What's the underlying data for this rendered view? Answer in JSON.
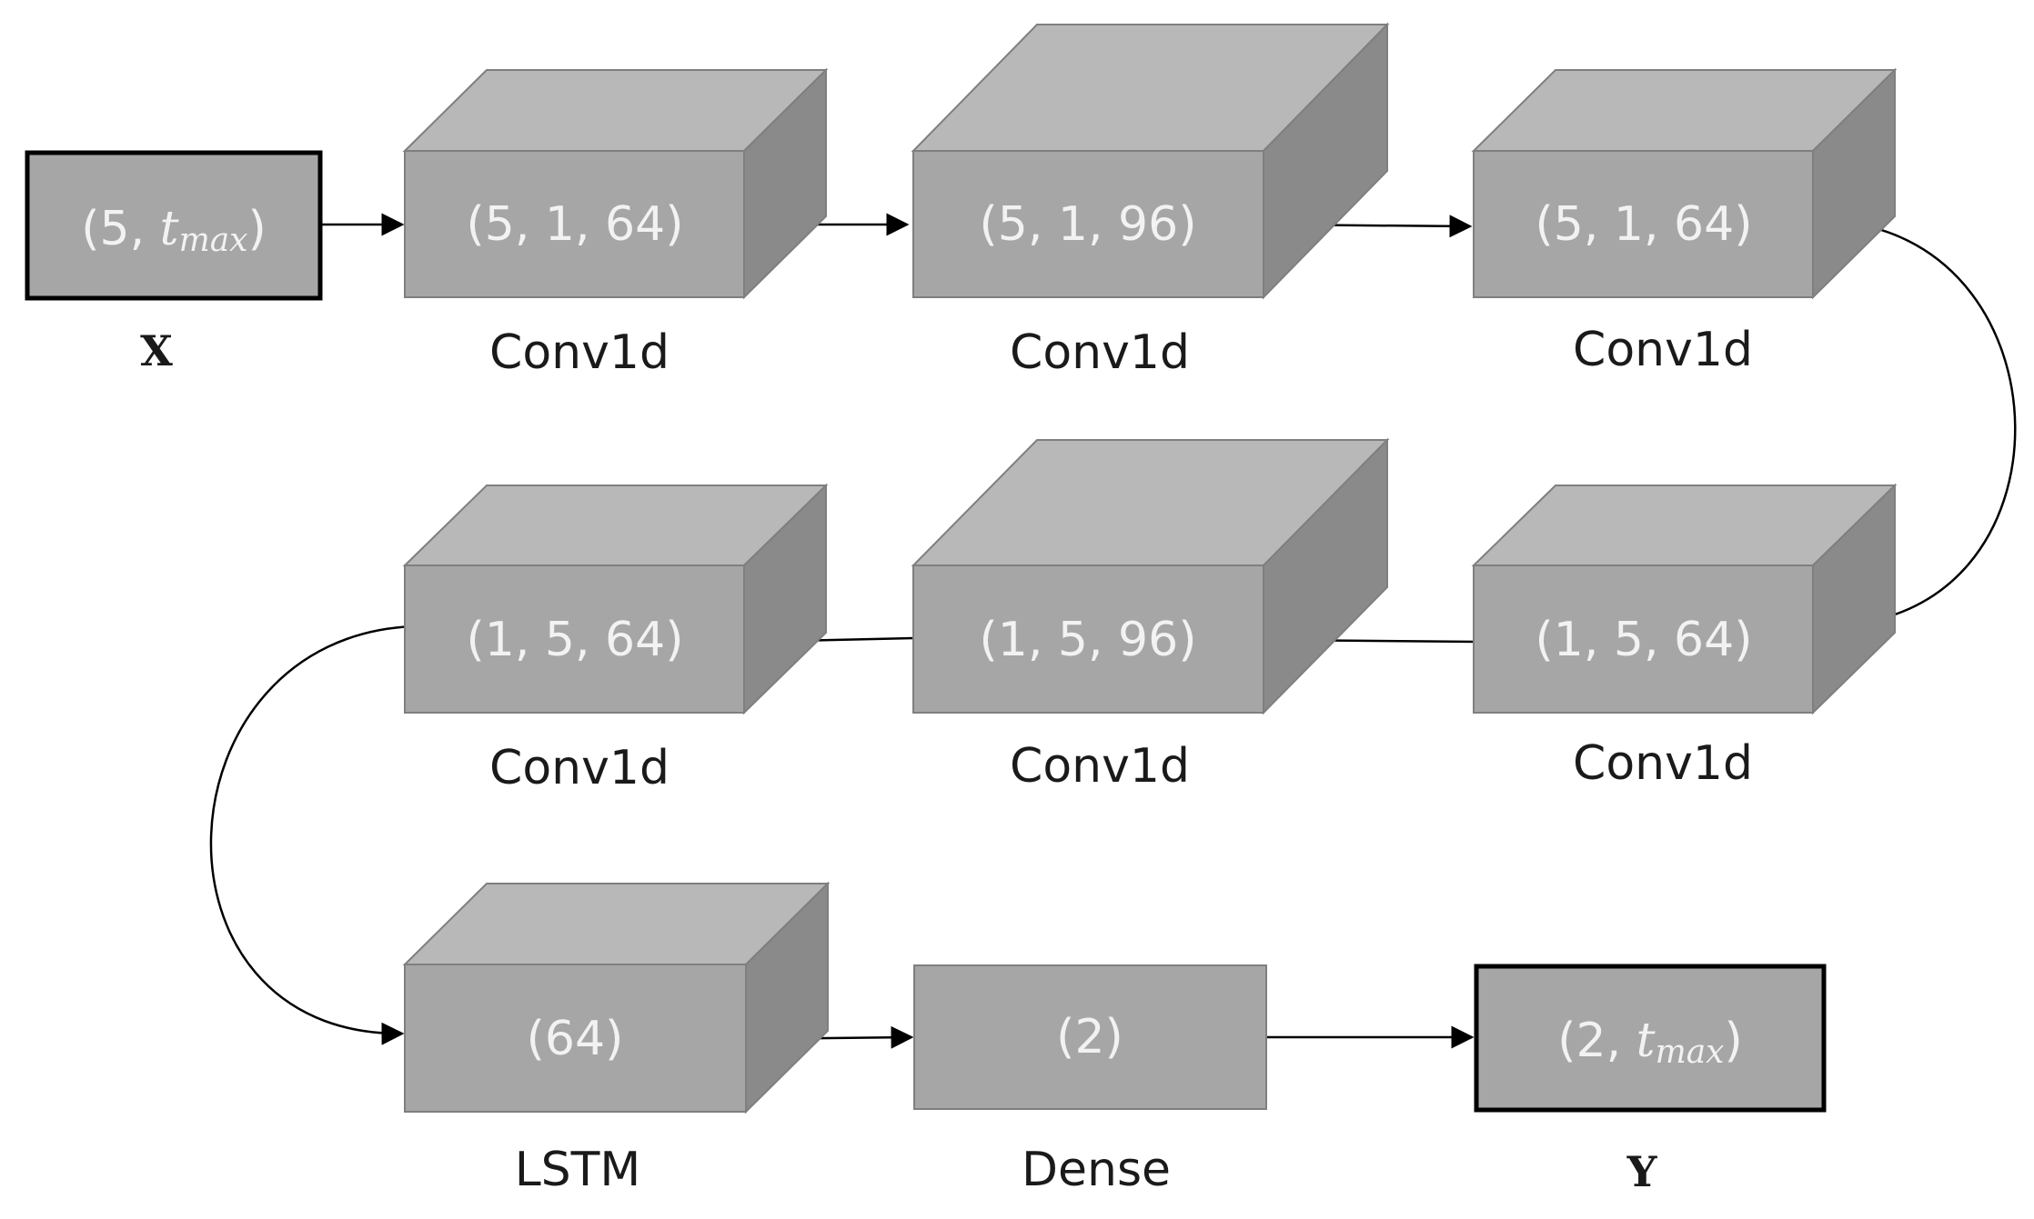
{
  "colors": {
    "front": "#a6a6a6",
    "top": "#b8b8b8",
    "side": "#8a8a8a",
    "edge": "#7f7f7f",
    "io_border": "#000000",
    "arrow": "#000000",
    "label_text": "#f2f2f2"
  },
  "input": {
    "shape_prefix": "(5, ",
    "shape_var": "t",
    "shape_sub": "max",
    "shape_suffix": ")",
    "caption": "X"
  },
  "layers": [
    {
      "shape": "(5, 1, 64)",
      "caption": "Conv1d"
    },
    {
      "shape": "(5, 1, 96)",
      "caption": "Conv1d"
    },
    {
      "shape": "(5, 1, 64)",
      "caption": "Conv1d"
    },
    {
      "shape": "(1, 5, 64)",
      "caption": "Conv1d"
    },
    {
      "shape": "(1, 5, 96)",
      "caption": "Conv1d"
    },
    {
      "shape": "(1, 5, 64)",
      "caption": "Conv1d"
    },
    {
      "shape": "(64)",
      "caption": "LSTM"
    },
    {
      "shape": "(2)",
      "caption": "Dense"
    }
  ],
  "output": {
    "shape_prefix": "(2, ",
    "shape_var": "t",
    "shape_sub": "max",
    "shape_suffix": ")",
    "caption": "Y"
  }
}
